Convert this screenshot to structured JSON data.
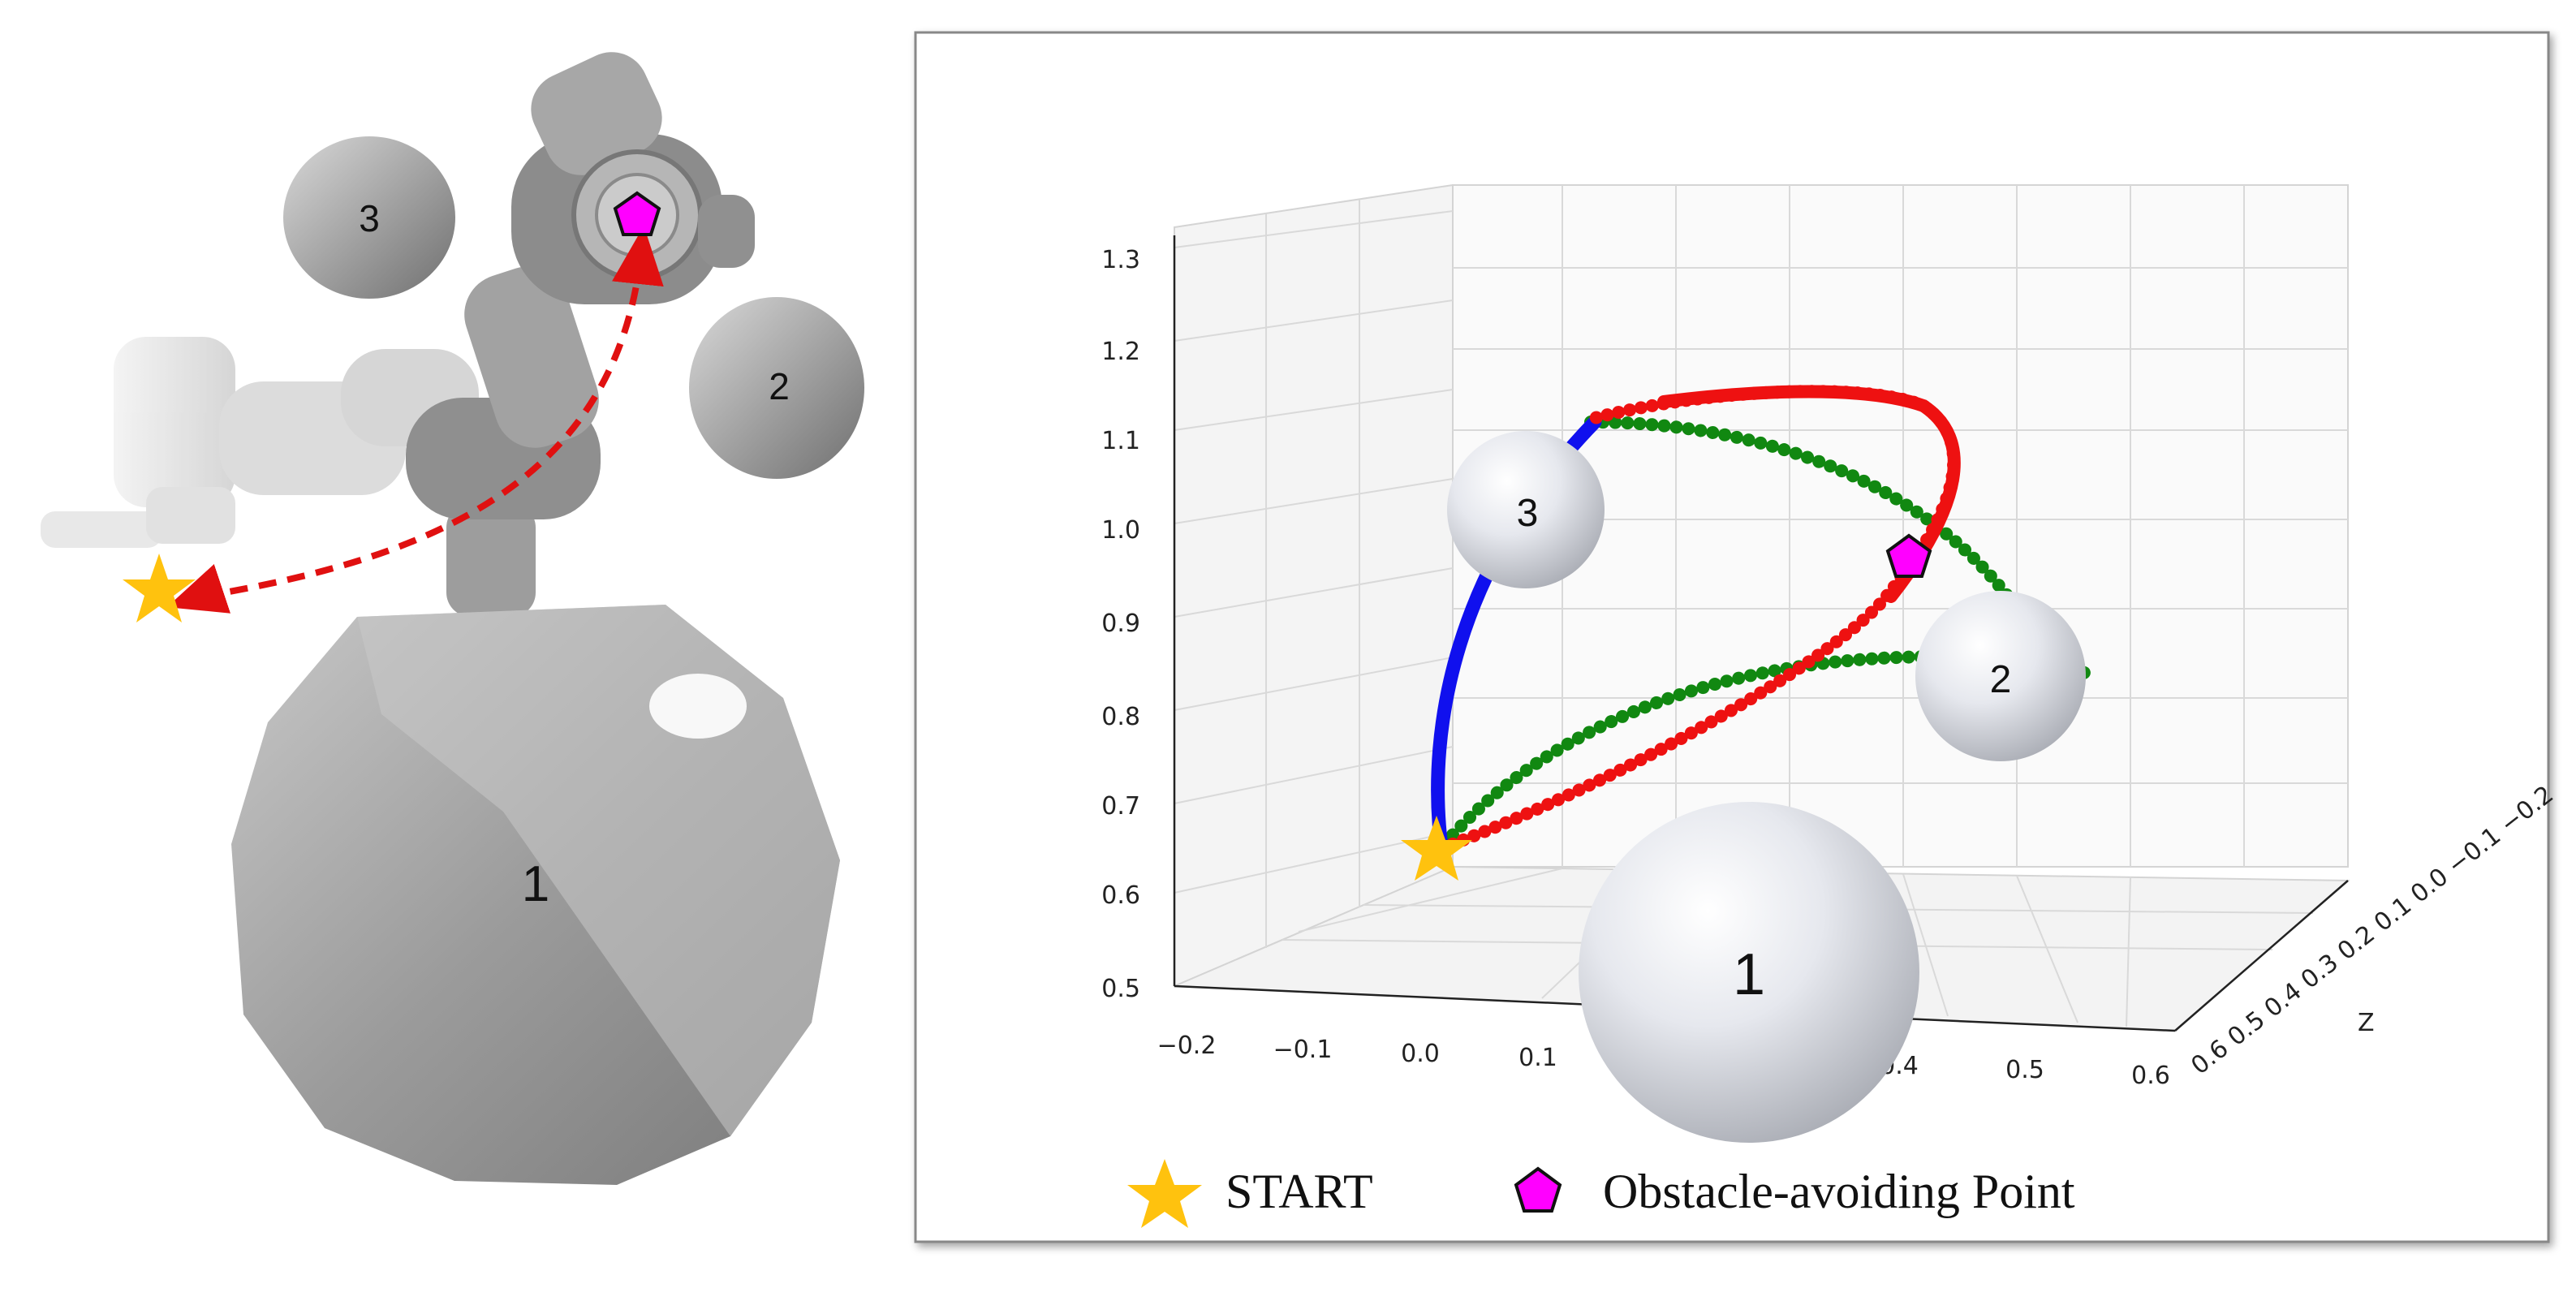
{
  "left_panel": {
    "obstacles": [
      {
        "label": "1"
      },
      {
        "label": "2"
      },
      {
        "label": "3"
      }
    ]
  },
  "right_panel": {
    "obstacles": [
      {
        "label": "1"
      },
      {
        "label": "2"
      },
      {
        "label": "3"
      }
    ],
    "axes": {
      "x_ticks": [
        "−0.2",
        "−0.1",
        "0.0",
        "0.1",
        "0.4",
        "0.5",
        "0.6"
      ],
      "z_ticks": [
        "1.3",
        "1.2",
        "1.1",
        "1.0",
        "0.9",
        "0.8",
        "0.7",
        "0.6",
        "0.5"
      ],
      "y_ticks_text": "0.6 0.5 0.4 0.3 0.2 0.1 0.0 −0.1 −0.2",
      "y_axis_label": "Z"
    },
    "trajectories": [
      {
        "color": "#1010ee"
      },
      {
        "color": "#ee1111"
      },
      {
        "color": "#118811"
      }
    ]
  },
  "legend": {
    "start_label": "START",
    "obstacle_point_label": "Obstacle-avoiding Point"
  },
  "colors": {
    "start_star": "#FFC20E",
    "avoid_point": "#FF00FF",
    "arrow": "#E01010",
    "robot_gray": "#9a9a9a"
  }
}
